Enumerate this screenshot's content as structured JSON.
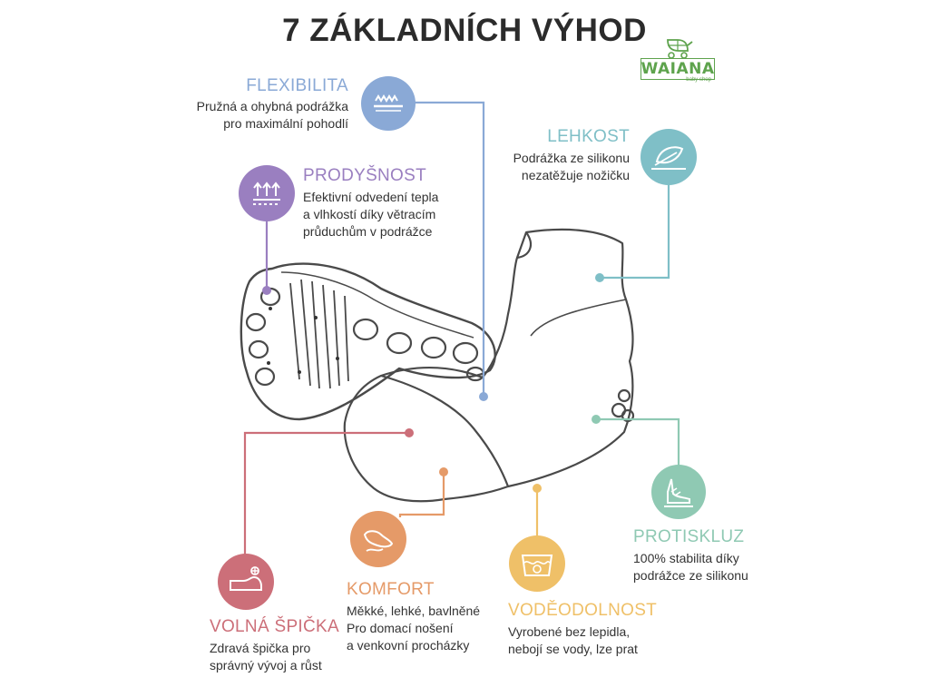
{
  "title": "7 ZÁKLADNÍCH VÝHOD",
  "logo": {
    "name": "WAIANA",
    "tagline": "baby shop",
    "icon": "baby-stroller-icon"
  },
  "features": [
    {
      "key": "flexibilita",
      "title": "FLEXIBILITA",
      "lines": [
        "Pružná a ohybná podrážka",
        "pro maximální pohodlí"
      ],
      "color": "#8aa9d6",
      "icon": "flexible-sole-icon"
    },
    {
      "key": "lehkost",
      "title": "LEHKOST",
      "lines": [
        "Podrážka ze silikonu",
        "nezatěžuje nožičku"
      ],
      "color": "#7fbfc7",
      "icon": "feather-icon"
    },
    {
      "key": "prodysnost",
      "title": "PRODYŠNOST",
      "lines": [
        "Efektivní odvedení tepla",
        "a vlhkostí díky větracím",
        "průduchům v podrážce"
      ],
      "color": "#9a7fc0",
      "icon": "ventilation-arrows-icon"
    },
    {
      "key": "protiskluz",
      "title": "PROTISKLUZ",
      "lines": [
        "100% stabilita díky",
        "podrážce ze silikonu"
      ],
      "color": "#8fc9b3",
      "icon": "anti-slip-foot-icon"
    },
    {
      "key": "volna_spicka",
      "title": "VOLNÁ ŠPIČKA",
      "lines": [
        "Zdravá špička pro",
        "správný vývoj a růst"
      ],
      "color": "#cc6f79",
      "icon": "toe-icon"
    },
    {
      "key": "komfort",
      "title": "KOMFORT",
      "lines": [
        "Měkké, lehké, bavlněné",
        "Pro domací nošení",
        "a venkovní procházky"
      ],
      "color": "#e59a68",
      "icon": "comfort-foot-icon"
    },
    {
      "key": "vodeodolnost",
      "title": "VODĚODOLNOST",
      "lines": [
        "Vyrobené bez lepidla,",
        "nebojí se vody, lze prat"
      ],
      "color": "#efc068",
      "icon": "washing-icon"
    }
  ]
}
